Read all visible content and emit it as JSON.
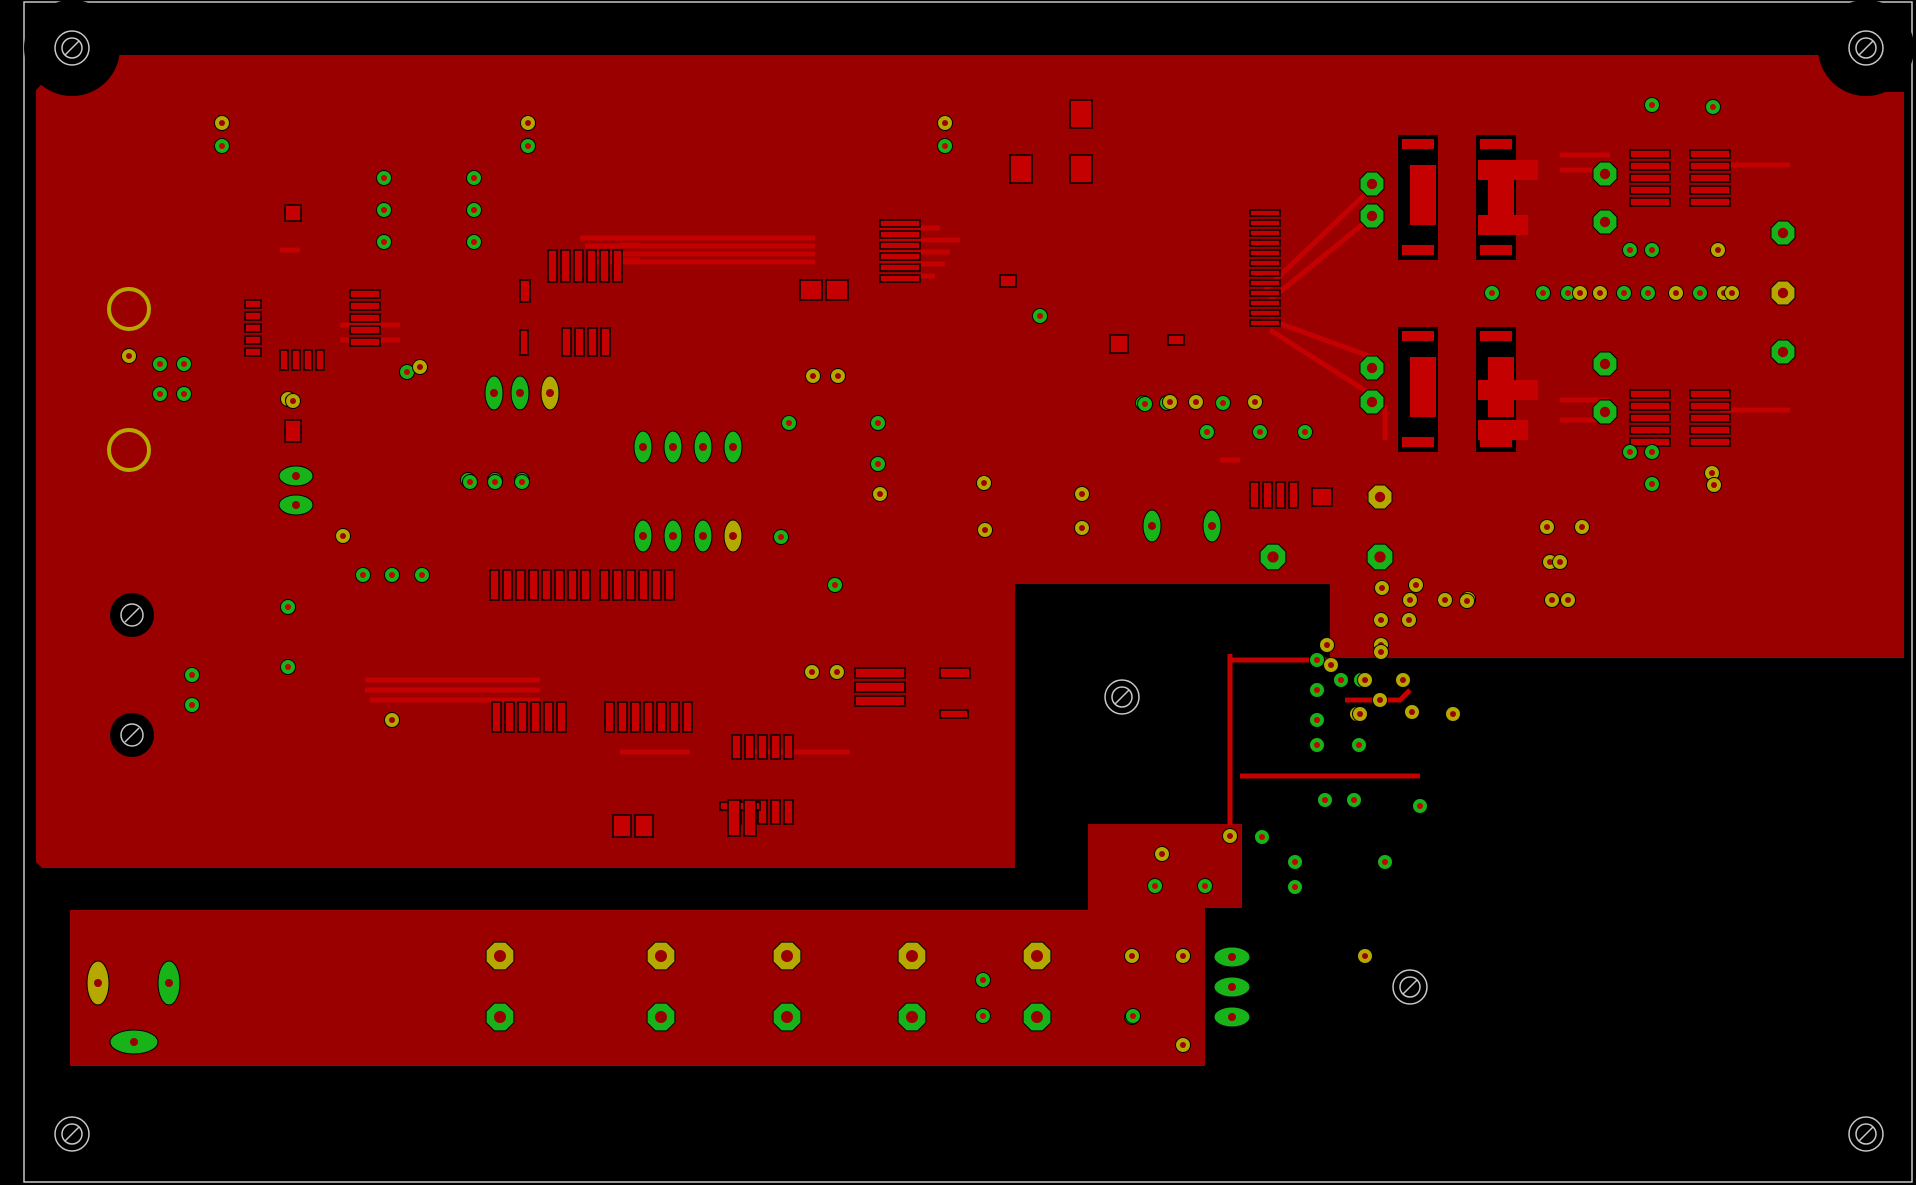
{
  "view": {
    "type": "pcb-layout",
    "layer": "bottom-copper",
    "colors": {
      "background": "#000000",
      "copper_pour": "#9a0000",
      "copper_trace": "#b00000",
      "via": "#18b318",
      "pad": "#b5a800",
      "drill": "#c8a000",
      "outline": "#c8c8c8",
      "cutout": "#000000"
    }
  },
  "board": {
    "mounting_holes": [
      "mounting-hole",
      "mounting-hole",
      "mounting-hole",
      "mounting-hole",
      "mounting-hole",
      "mounting-hole",
      "mounting-hole"
    ],
    "connector_holes": [
      "connector-hole",
      "connector-hole"
    ]
  }
}
